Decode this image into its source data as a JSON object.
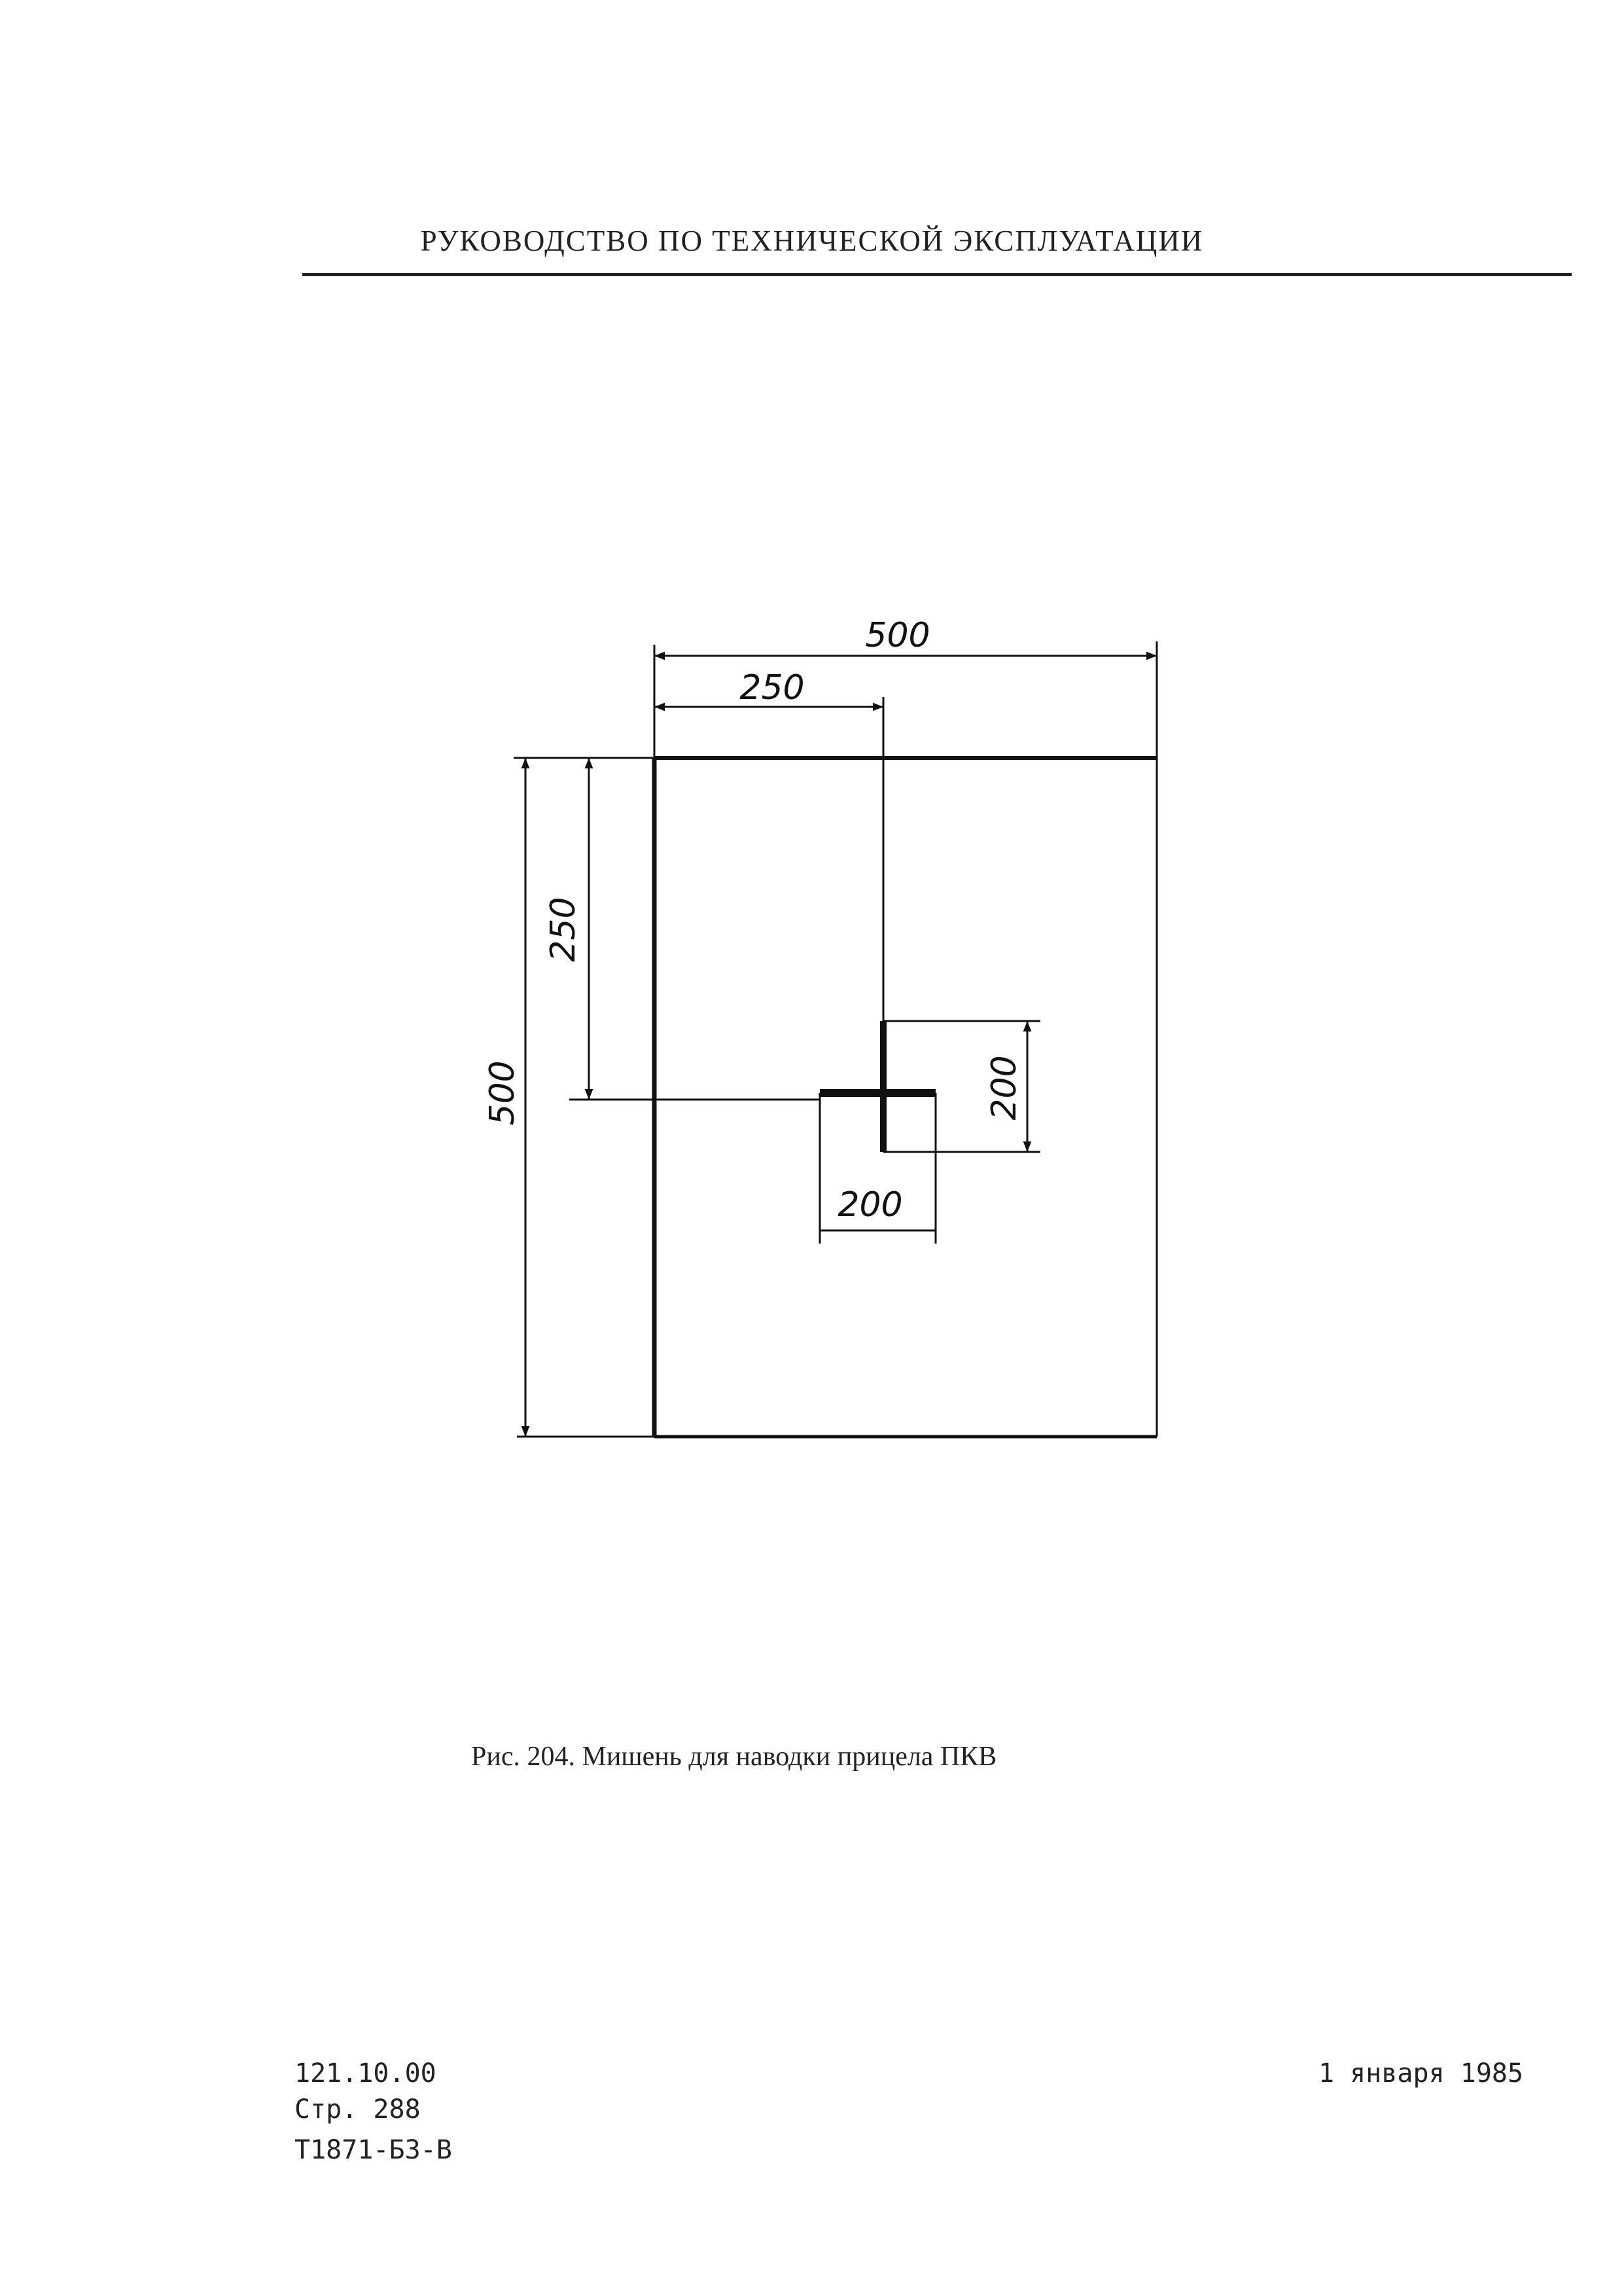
{
  "header": {
    "title": "РУКОВОДСТВО ПО ТЕХНИЧЕСКОЙ ЭКСПЛУАТАЦИИ"
  },
  "figure": {
    "dim_total_width": "500",
    "dim_half_width": "250",
    "dim_total_height": "500",
    "dim_half_height": "250",
    "dim_mark_height": "200",
    "dim_mark_width": "200"
  },
  "caption": {
    "text": "Рис. 204. Мишень для наводки прицела ПКВ"
  },
  "footer": {
    "code": "121.10.00",
    "page": "Стр. 288",
    "doc": "Т1871-БЗ-В",
    "date": "1 января 1985"
  }
}
